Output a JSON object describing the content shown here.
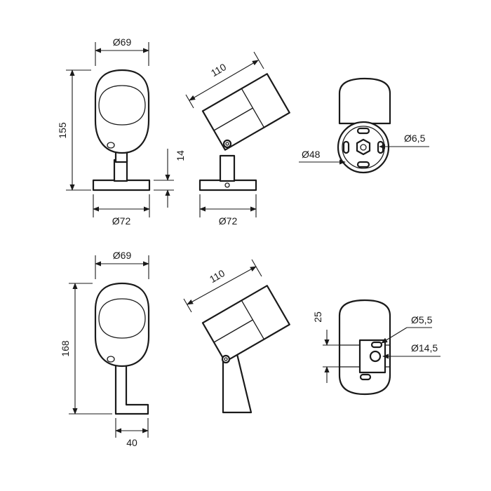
{
  "dimensions": {
    "top_front_width": "Ø69",
    "top_front_height": "155",
    "top_front_base": "Ø72",
    "top_base_thickness": "14",
    "top_side_length": "110",
    "top_side_base": "Ø72",
    "top_back_bolt": "Ø6,5",
    "top_back_circle": "Ø48",
    "bottom_front_width": "Ø69",
    "bottom_front_height": "168",
    "bottom_bracket_width": "40",
    "bottom_side_length": "110",
    "bottom_back_offset": "25",
    "bottom_back_small_hole": "Ø5,5",
    "bottom_back_large_hole": "Ø14,5"
  }
}
